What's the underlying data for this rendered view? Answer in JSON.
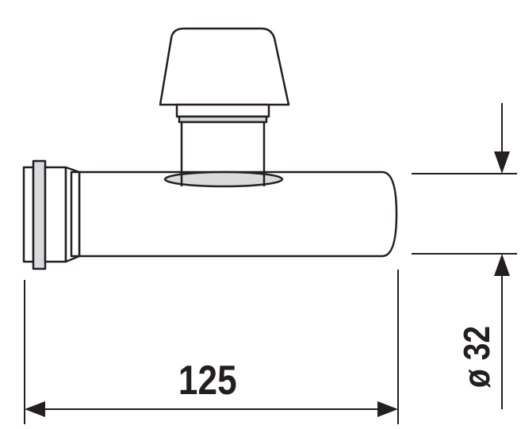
{
  "diagram": {
    "subject": "pipe with air admittance valve",
    "colors": {
      "stroke": "#231f20",
      "fill_gray": "#d9dadb",
      "background": "#ffffff"
    },
    "dimensions": {
      "length": {
        "label": "125"
      },
      "diameter": {
        "label": "ø 32"
      }
    }
  }
}
